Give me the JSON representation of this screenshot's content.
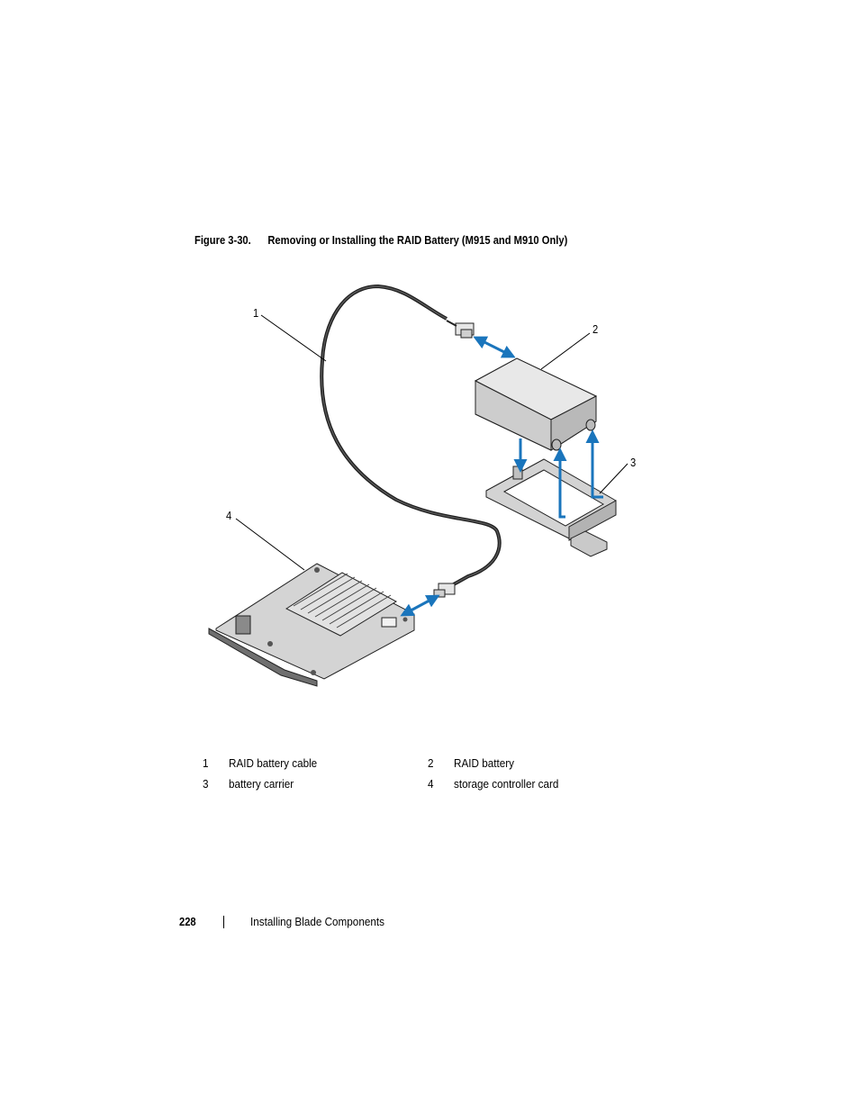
{
  "figure": {
    "number": "Figure 3-30.",
    "title": "Removing or Installing the RAID Battery (M915 and M910 Only)"
  },
  "callouts": [
    "1",
    "2",
    "3",
    "4"
  ],
  "legend": [
    {
      "num": "1",
      "label": "RAID battery cable"
    },
    {
      "num": "2",
      "label": "RAID battery"
    },
    {
      "num": "3",
      "label": "battery carrier"
    },
    {
      "num": "4",
      "label": "storage controller card"
    }
  ],
  "footer": {
    "page_number": "228",
    "section": "Installing Blade Components"
  },
  "colors": {
    "arrow": "#1a75bc",
    "part_fill": "#d6d6d6",
    "part_dark": "#a9a9a9"
  }
}
